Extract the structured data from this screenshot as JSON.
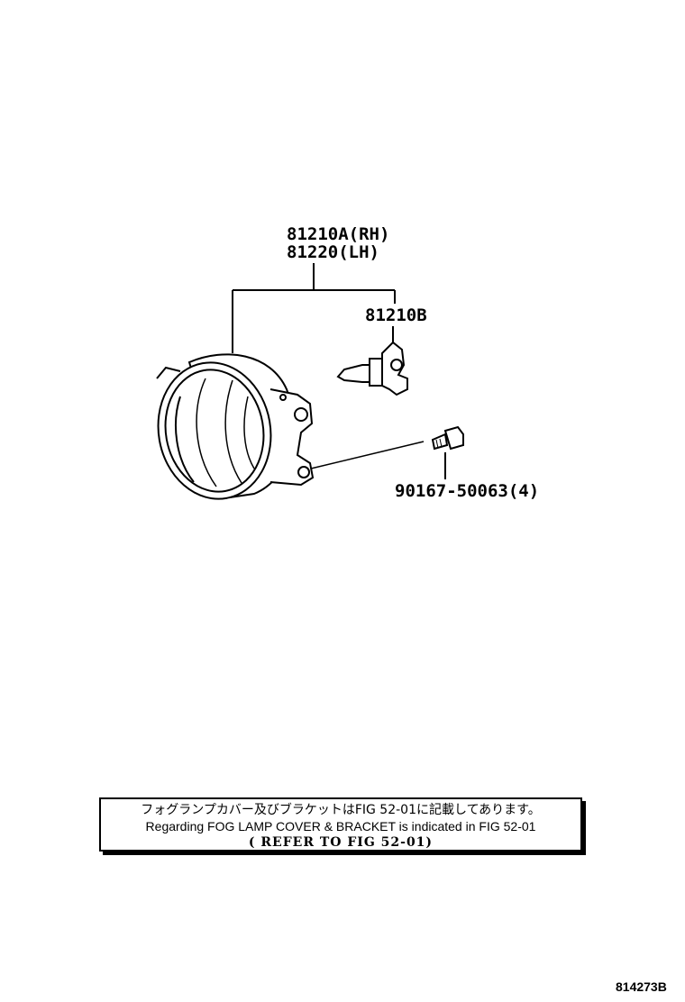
{
  "parts": {
    "fog_lamp_rh": "81210A(RH)",
    "fog_lamp_lh": "81220(LH)",
    "bulb": "81210B",
    "screw": "90167-50063(4)"
  },
  "note": {
    "line_jp": "フォグランプカバー及びブラケットはFIG 52-01に記載してあります。",
    "line_en": "Regarding FOG LAMP COVER & BRACKET is indicated in FIG 52-01",
    "line_ref": "( REFER TO FIG 52-01)"
  },
  "figure_id": "814273B"
}
